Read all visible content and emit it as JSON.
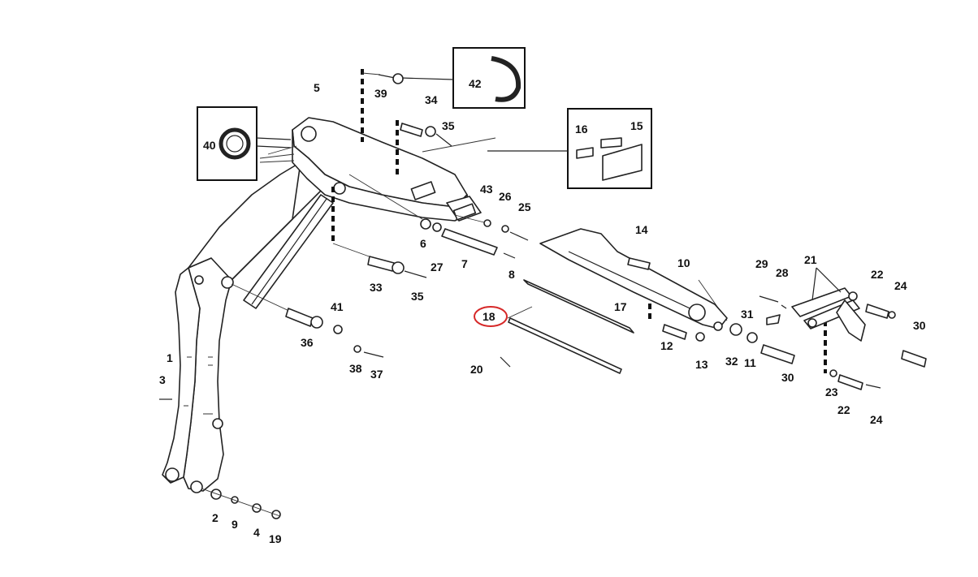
{
  "labels": {
    "p1": "1",
    "p2": "2",
    "p3": "3",
    "p4": "4",
    "p5": "5",
    "p6": "6",
    "p7": "7",
    "p8": "8",
    "p9": "9",
    "p10": "10",
    "p11": "11",
    "p12": "12",
    "p13": "13",
    "p14": "14",
    "p15": "15",
    "p16": "16",
    "p17": "17",
    "p18": "18",
    "p19": "19",
    "p20": "20",
    "p21": "21",
    "p22a": "22",
    "p22b": "22",
    "p23": "23",
    "p24a": "24",
    "p24b": "24",
    "p25": "25",
    "p26": "26",
    "p27": "27",
    "p28": "28",
    "p29": "29",
    "p30a": "30",
    "p30b": "30",
    "p31": "31",
    "p32": "32",
    "p33": "33",
    "p34": "34",
    "p35a": "35",
    "p35b": "35",
    "p36": "36",
    "p37": "37",
    "p38": "38",
    "p39": "39",
    "p40": "40",
    "p41": "41",
    "p42": "42",
    "p43": "43"
  },
  "highlight": {
    "part": "18",
    "color": "#d62828"
  },
  "colors": {
    "line": "#222222",
    "background": "#ffffff"
  }
}
